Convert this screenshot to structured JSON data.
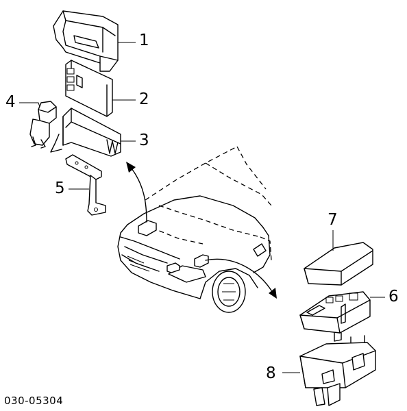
{
  "callouts": {
    "c1": "1",
    "c2": "2",
    "c3": "3",
    "c4": "4",
    "c5": "5",
    "c6": "6",
    "c7": "7",
    "c8": "8"
  },
  "document_code": "030-05304",
  "icons": {
    "part1": "fuse-box-upper-cover",
    "part2": "fuse-box-inner-cover",
    "part3": "fuse-box-housing",
    "part4": "relay-connector",
    "part5": "mounting-bracket",
    "part6": "relay-box",
    "part7": "relay-box-cover",
    "part8": "relay-box-bracket",
    "vehicle": "car-front-outline"
  }
}
